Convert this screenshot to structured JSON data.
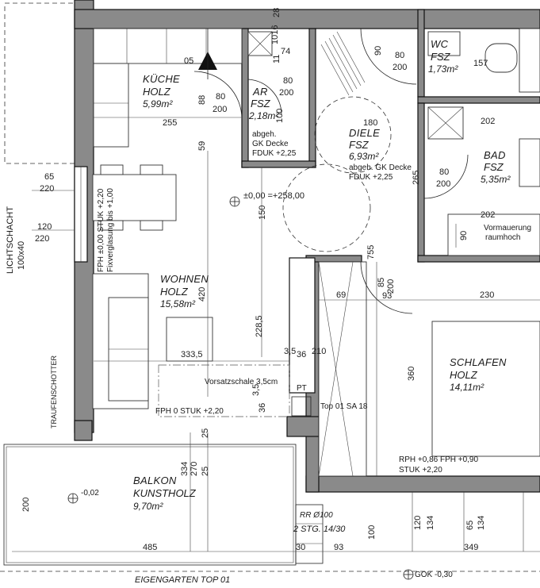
{
  "rooms": {
    "kueche": {
      "name": "KÜCHE",
      "material": "HOLZ",
      "area": "5,99m²"
    },
    "ar": {
      "name": "AR",
      "material": "FSZ",
      "area": "2,18m²"
    },
    "diele": {
      "name": "DIELE",
      "material": "FSZ",
      "area": "6,93m²"
    },
    "wc": {
      "name": "WC",
      "material": "FSZ",
      "area": "1,73m²"
    },
    "bad": {
      "name": "BAD",
      "material": "FSZ",
      "area": "5,35m²"
    },
    "wohnen": {
      "name": "WOHNEN",
      "material": "HOLZ",
      "area": "15,58m²"
    },
    "schlafen": {
      "name": "SCHLAFEN",
      "material": "HOLZ",
      "area": "14,11m²"
    },
    "balkon": {
      "name": "BALKON",
      "material": "KUNSTHOLZ",
      "area": "9,70m²"
    }
  },
  "notes": {
    "ar_decke_1": "abgeh.",
    "ar_decke_2": "GK Decke",
    "ar_decke_3": "FDUK +2,25",
    "diele_decke_1": "abgeh. GK Decke",
    "diele_decke_2": "FDUK +2,25",
    "level_main": "±0,00 =+258,00",
    "vormauerung_1": "Vormauerung",
    "vormauerung_2": "raumhoch",
    "fph_window": "FPH ±0,00 STUK +2,20",
    "fixverglasung": "Fixverglasung bis +1,00",
    "fph_balcony": "FPH 0 STUK +2,20",
    "vorsatzschale": "Vorsatzschale 3,5cm",
    "pt": "PT",
    "top": "Top 01 SA 18",
    "rph": "RPH +0,86 FPH +0,90",
    "stuk": "STUK +2,20",
    "rr": "RR Ø100",
    "stg": "2 STG. 14/30",
    "level_balkon": "-0,02",
    "gok": "GOK -0,30",
    "eigengarten": "EIGENGARTEN TOP 01",
    "lichtschacht_1": "LICHTSCHACHT",
    "lichtschacht_2": "100x40",
    "traufe": "TRAUFENSCHOTTER",
    "stair_no": "05"
  },
  "dims": {
    "d80a": "80",
    "d200a": "200",
    "d88": "88",
    "d255": "255",
    "d59": "59",
    "d80b": "80",
    "d200b": "200",
    "d74": "74",
    "d100a": "100",
    "d1016": "1016",
    "d11": "11",
    "d180": "180",
    "d90a": "90",
    "d80c": "80",
    "d200c": "200",
    "d157": "157",
    "d202a": "202",
    "d202b": "202",
    "d265": "265",
    "d80d": "80",
    "d200d": "200",
    "d90b": "90",
    "d65a": "65",
    "d220a": "220",
    "d120a": "120",
    "d220b": "220",
    "d150": "150",
    "d420": "420",
    "d2285": "228,5",
    "d3335": "333,5",
    "d35a": "3,5",
    "d36a": "36",
    "d210": "210",
    "d35b": "3,5",
    "d36b": "36",
    "d69": "69",
    "d230": "230",
    "d85": "85",
    "d200e": "200",
    "d93a": "93",
    "d755": "755",
    "d360": "360",
    "d334": "334",
    "d270": "270",
    "d25a": "25",
    "d25b": "25",
    "d200f": "200",
    "d485": "485",
    "d30": "30",
    "d93b": "93",
    "d349": "349",
    "d100b": "100",
    "d120b": "120",
    "d134a": "134",
    "d65b": "65",
    "d134b": "134",
    "d28": "28"
  }
}
